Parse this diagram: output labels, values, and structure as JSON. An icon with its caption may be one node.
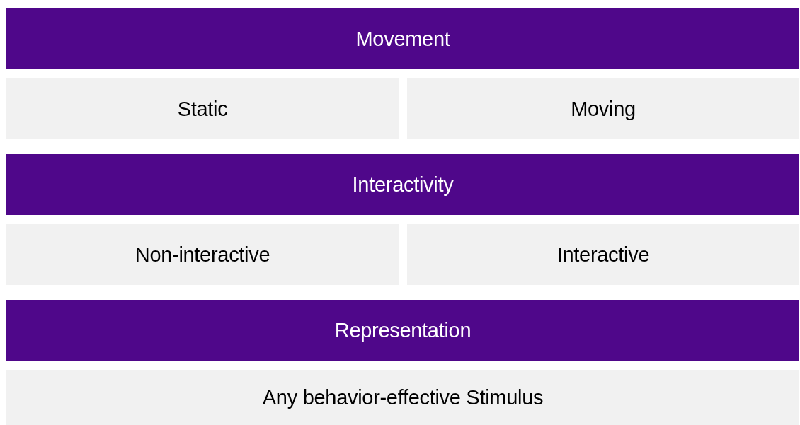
{
  "diagram": {
    "nodes": [
      {
        "text": [
          "Movement"
        ]
      },
      {
        "text": [
          "Static"
        ]
      },
      {
        "text": [
          "Moving"
        ]
      },
      {
        "text": [
          "Interactivity"
        ]
      },
      {
        "text": [
          "Non-interactive"
        ]
      },
      {
        "text": [
          "Interactive"
        ]
      },
      {
        "text": [
          "Representation"
        ]
      },
      {
        "text": [
          "Any behavior-effective Stimulus"
        ]
      }
    ]
  }
}
